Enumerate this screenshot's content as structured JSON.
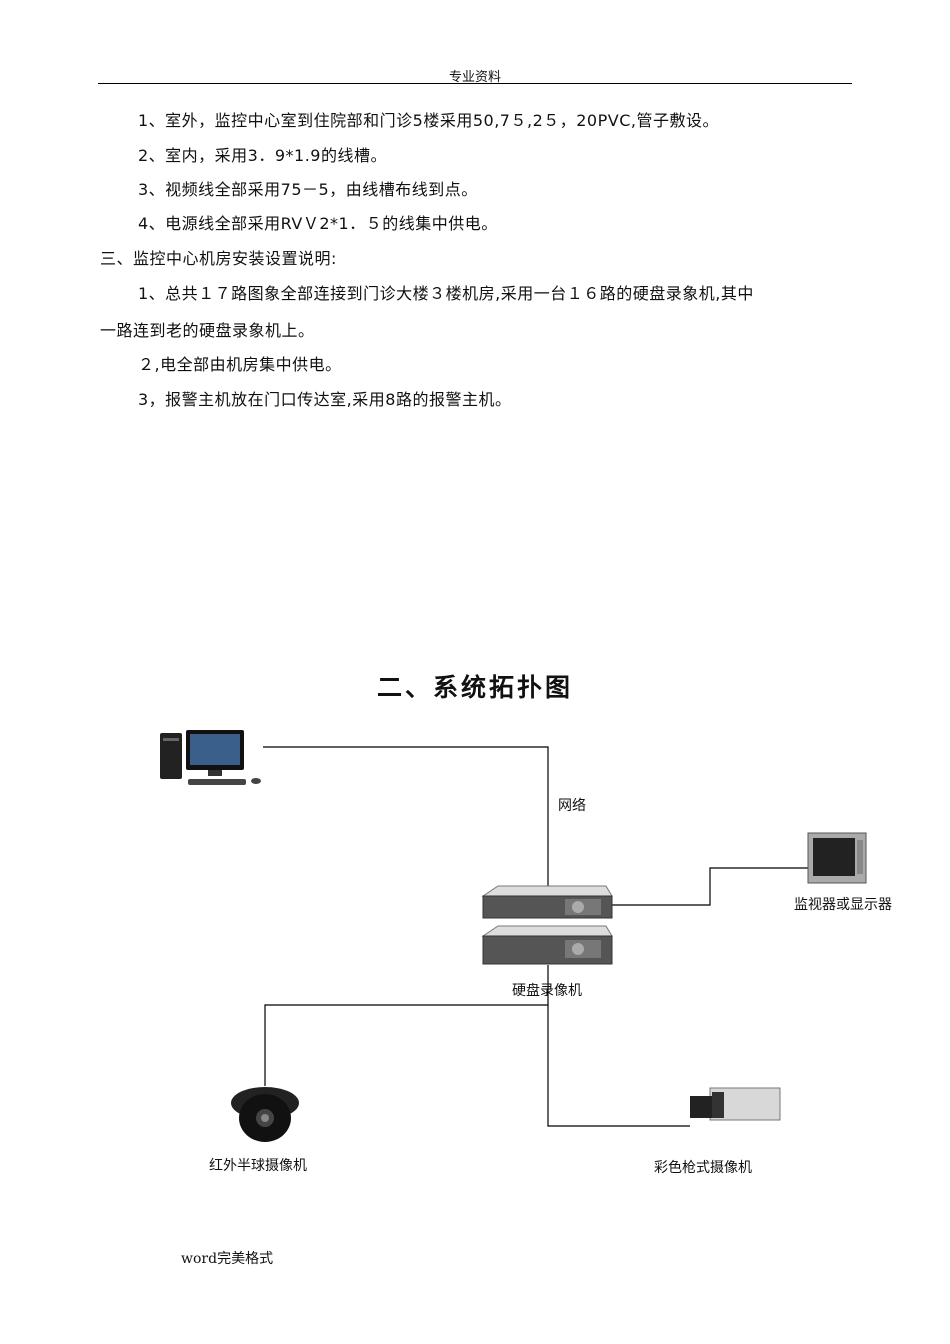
{
  "header": {
    "text": "专业资料"
  },
  "paragraphs": [
    "1、室外，监控中心室到住院部和门诊5楼采用50,7５,2５，20PVC,管子敷设。",
    "2、室内，采用3．9*1.9的线槽。",
    "3、视频线全部采用75－5，由线槽布线到点。",
    "4、电源线全部采用RVＶ2*1．５的线集中供电。",
    "三、监控中心机房安装设置说明:",
    "1、总共１７路图象全部连接到门诊大楼３楼机房,采用一台１６路的硬盘录象机,其中",
    "一路连到老的硬盘录象机上。",
    "２,电全部由机房集中供电。",
    "3，报警主机放在门口传达室,采用8路的报警主机。"
  ],
  "diagram": {
    "title": "二、系统拓扑图",
    "labels": {
      "network": "网络",
      "monitor": "监视器或显示器",
      "dvr": "硬盘录像机",
      "dome_camera": "红外半球摄像机",
      "box_camera": "彩色枪式摄像机"
    }
  },
  "footer": {
    "text": "word完美格式"
  }
}
